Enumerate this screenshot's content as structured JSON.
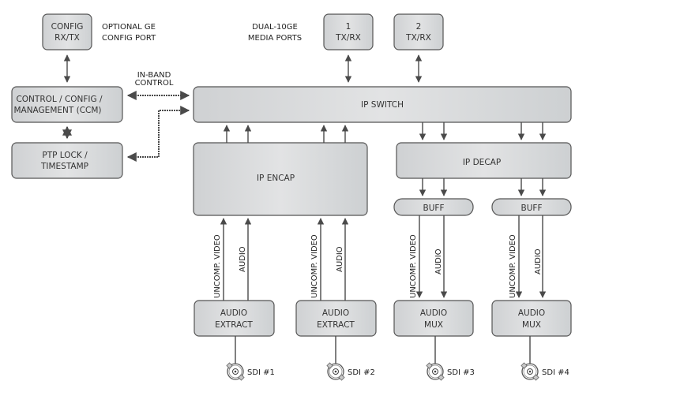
{
  "diagram": {
    "labels": {
      "optional_ge": [
        "OPTIONAL GE",
        "CONFIG PORT"
      ],
      "dual_10ge": [
        "DUAL-10GE",
        "MEDIA PORTS"
      ],
      "in_band": [
        "IN-BAND",
        "CONTROL"
      ]
    },
    "boxes": {
      "config_rxtx": [
        "CONFIG",
        "RX/TX"
      ],
      "port1": [
        "1",
        "TX/RX"
      ],
      "port2": [
        "2",
        "TX/RX"
      ],
      "ccm": [
        "CONTROL / CONFIG /",
        "MANAGEMENT (CCM)"
      ],
      "ptp": [
        "PTP LOCK /",
        "TIMESTAMP"
      ],
      "ip_switch": [
        "IP SWITCH"
      ],
      "ip_encap": [
        "IP ENCAP"
      ],
      "ip_decap": [
        "IP DECAP"
      ],
      "buff1": [
        "BUFF"
      ],
      "buff2": [
        "BUFF"
      ],
      "audio_extract1": [
        "AUDIO",
        "EXTRACT"
      ],
      "audio_extract2": [
        "AUDIO",
        "EXTRACT"
      ],
      "audio_mux1": [
        "AUDIO",
        "MUX"
      ],
      "audio_mux2": [
        "AUDIO",
        "MUX"
      ]
    },
    "signal_labels": {
      "video": "UNCOMP. VIDEO",
      "audio": "AUDIO"
    },
    "sdi_ports": [
      "SDI #1",
      "SDI #2",
      "SDI #3",
      "SDI #4"
    ],
    "colors": {
      "box_fill_light": "#e4e5e6",
      "box_fill_dark": "#cdcfd1",
      "stroke": "#4a4a4a",
      "text": "#333333"
    }
  }
}
